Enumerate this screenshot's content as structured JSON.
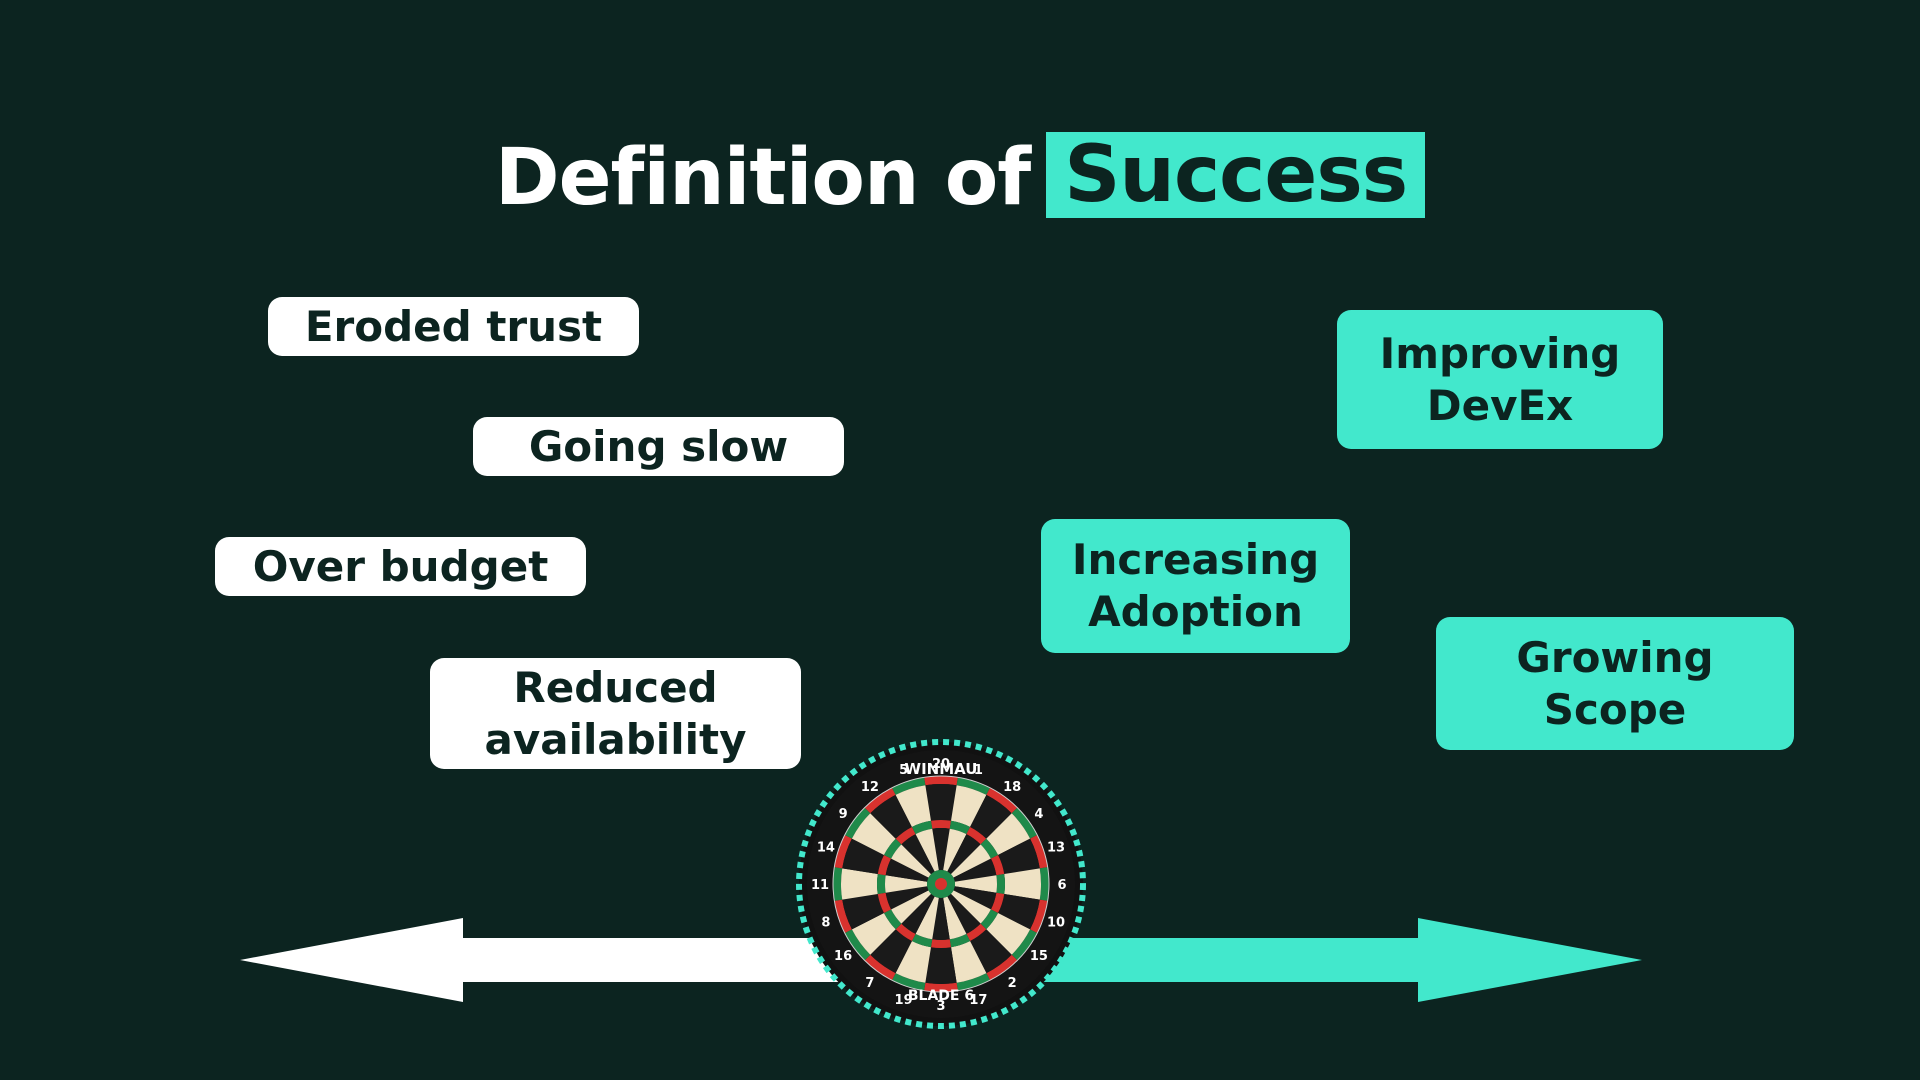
{
  "title": {
    "prefix": "Definition of",
    "highlight": "Success"
  },
  "negative_outcomes": [
    {
      "lines": [
        "Eroded trust"
      ]
    },
    {
      "lines": [
        "Going slow"
      ]
    },
    {
      "lines": [
        "Over budget"
      ]
    },
    {
      "lines": [
        "Reduced",
        "availability"
      ]
    }
  ],
  "positive_outcomes": [
    {
      "lines": [
        "Improving",
        "DevEx"
      ]
    },
    {
      "lines": [
        "Increasing",
        "Adoption"
      ]
    },
    {
      "lines": [
        "Growing",
        "Scope"
      ]
    }
  ],
  "dartboard": {
    "brand": "WINMAU",
    "model": "BLADE 6",
    "numbers": [
      "20",
      "1",
      "18",
      "4",
      "13",
      "6",
      "10",
      "15",
      "2",
      "17",
      "3",
      "19",
      "7",
      "16",
      "8",
      "11",
      "14",
      "9",
      "12",
      "5"
    ]
  },
  "colors": {
    "background": "#0c2420",
    "accent": "#42e8cc",
    "negative": "#ffffff"
  }
}
